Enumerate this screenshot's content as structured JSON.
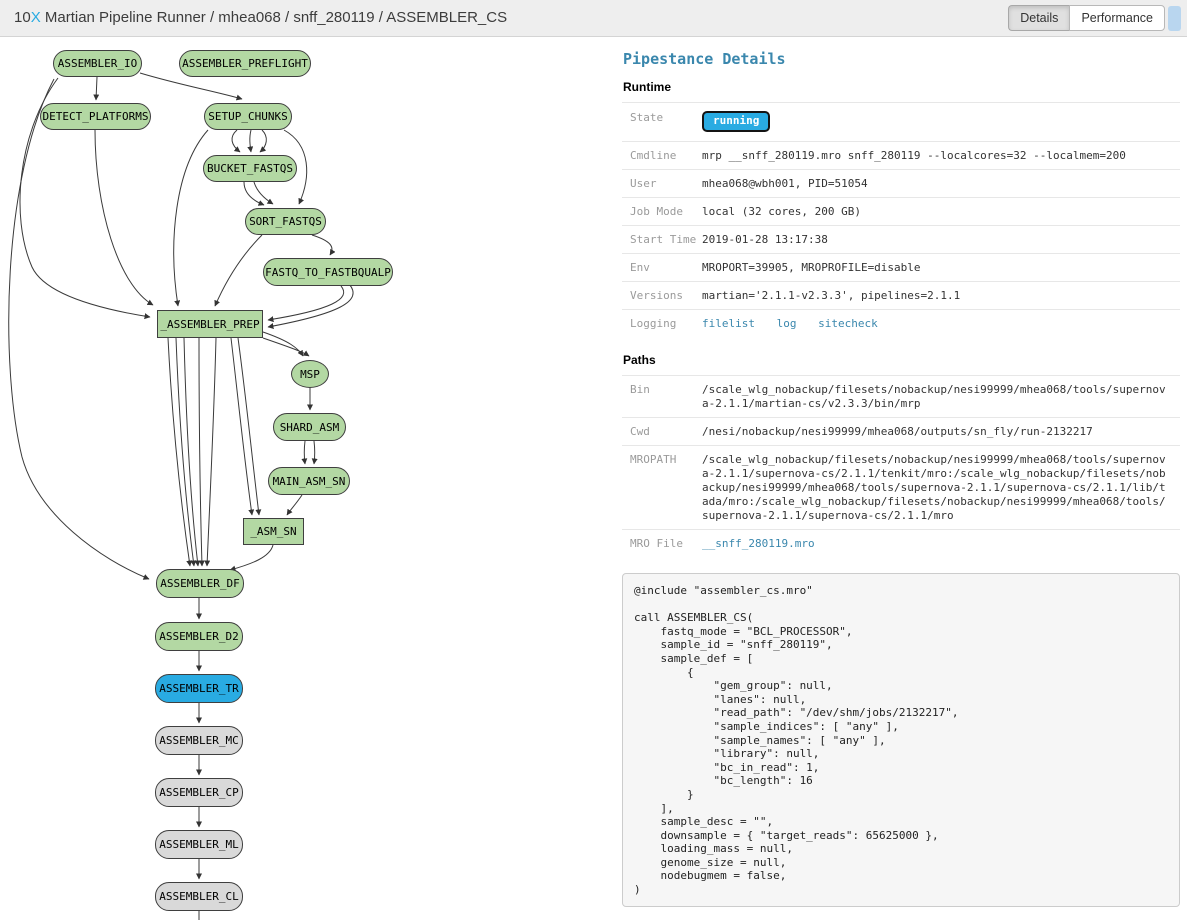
{
  "header": {
    "brand_num": "10",
    "brand_x": "X",
    "title_rest": " Martian Pipeline Runner / mhea068 / snff_280119 / ASSEMBLER_CS",
    "tab_details": "Details",
    "tab_performance": "Performance"
  },
  "panel": {
    "heading": "Pipestance Details",
    "runtime": {
      "section_title": "Runtime",
      "state_label": "State",
      "state_value": "running",
      "rows": [
        {
          "label": "Cmdline",
          "value": "mrp __snff_280119.mro snff_280119 --localcores=32 --localmem=200"
        },
        {
          "label": "User",
          "value": "mhea068@wbh001, PID=51054"
        },
        {
          "label": "Job Mode",
          "value": "local (32 cores, 200 GB)"
        },
        {
          "label": "Start Time",
          "value": "2019-01-28 13:17:38"
        },
        {
          "label": "Env",
          "value": "MROPORT=39905, MROPROFILE=disable"
        },
        {
          "label": "Versions",
          "value": "martian='2.1.1-v2.3.3', pipelines=2.1.1"
        }
      ],
      "logging_label": "Logging",
      "logging_links": [
        "filelist",
        "log",
        "sitecheck"
      ]
    },
    "paths": {
      "section_title": "Paths",
      "rows": [
        {
          "label": "Bin",
          "value": "/scale_wlg_nobackup/filesets/nobackup/nesi99999/mhea068/tools/supernova-2.1.1/martian-cs/v2.3.3/bin/mrp"
        },
        {
          "label": "Cwd",
          "value": "/nesi/nobackup/nesi99999/mhea068/outputs/sn_fly/run-2132217"
        },
        {
          "label": "MROPATH",
          "value": "/scale_wlg_nobackup/filesets/nobackup/nesi99999/mhea068/tools/supernova-2.1.1/supernova-cs/2.1.1/tenkit/mro:/scale_wlg_nobackup/filesets/nobackup/nesi99999/mhea068/tools/supernova-2.1.1/supernova-cs/2.1.1/lib/tada/mro:/scale_wlg_nobackup/filesets/nobackup/nesi99999/mhea068/tools/supernova-2.1.1/supernova-cs/2.1.1/mro"
        }
      ],
      "mro_file_label": "MRO File",
      "mro_file_link": "__snff_280119.mro"
    },
    "mro_code": "@include \"assembler_cs.mro\"\n\ncall ASSEMBLER_CS(\n    fastq_mode = \"BCL_PROCESSOR\",\n    sample_id = \"snff_280119\",\n    sample_def = [\n        {\n            \"gem_group\": null,\n            \"lanes\": null,\n            \"read_path\": \"/dev/shm/jobs/2132217\",\n            \"sample_indices\": [ \"any\" ],\n            \"sample_names\": [ \"any\" ],\n            \"library\": null,\n            \"bc_in_read\": 1,\n            \"bc_length\": 16\n        }\n    ],\n    sample_desc = \"\",\n    downsample = { \"target_reads\": 65625000 },\n    loading_mass = null,\n    genome_size = null,\n    nodebugmem = false,\n)"
  },
  "graph": {
    "nodes": [
      {
        "label": "ASSEMBLER_IO",
        "status": "done"
      },
      {
        "label": "ASSEMBLER_PREFLIGHT",
        "status": "done"
      },
      {
        "label": "DETECT_PLATFORMS",
        "status": "done"
      },
      {
        "label": "SETUP_CHUNKS",
        "status": "done"
      },
      {
        "label": "BUCKET_FASTQS",
        "status": "done"
      },
      {
        "label": "SORT_FASTQS",
        "status": "done"
      },
      {
        "label": "FASTQ_TO_FASTBQUALP",
        "status": "done"
      },
      {
        "label": "_ASSEMBLER_PREP",
        "status": "done"
      },
      {
        "label": "MSP",
        "status": "done"
      },
      {
        "label": "SHARD_ASM",
        "status": "done"
      },
      {
        "label": "MAIN_ASM_SN",
        "status": "done"
      },
      {
        "label": "_ASM_SN",
        "status": "done"
      },
      {
        "label": "ASSEMBLER_DF",
        "status": "done"
      },
      {
        "label": "ASSEMBLER_D2",
        "status": "done"
      },
      {
        "label": "ASSEMBLER_TR",
        "status": "running"
      },
      {
        "label": "ASSEMBLER_MC",
        "status": "waiting"
      },
      {
        "label": "ASSEMBLER_CP",
        "status": "waiting"
      },
      {
        "label": "ASSEMBLER_ML",
        "status": "waiting"
      },
      {
        "label": "ASSEMBLER_CL",
        "status": "waiting"
      }
    ]
  },
  "colors": {
    "accent_blue": "#29abe2",
    "node_done": "#b3d8a3",
    "node_running": "#29abe2",
    "node_waiting": "#d9d9d9",
    "link_blue": "#3a87ad",
    "badge_text": "#ffffff"
  }
}
